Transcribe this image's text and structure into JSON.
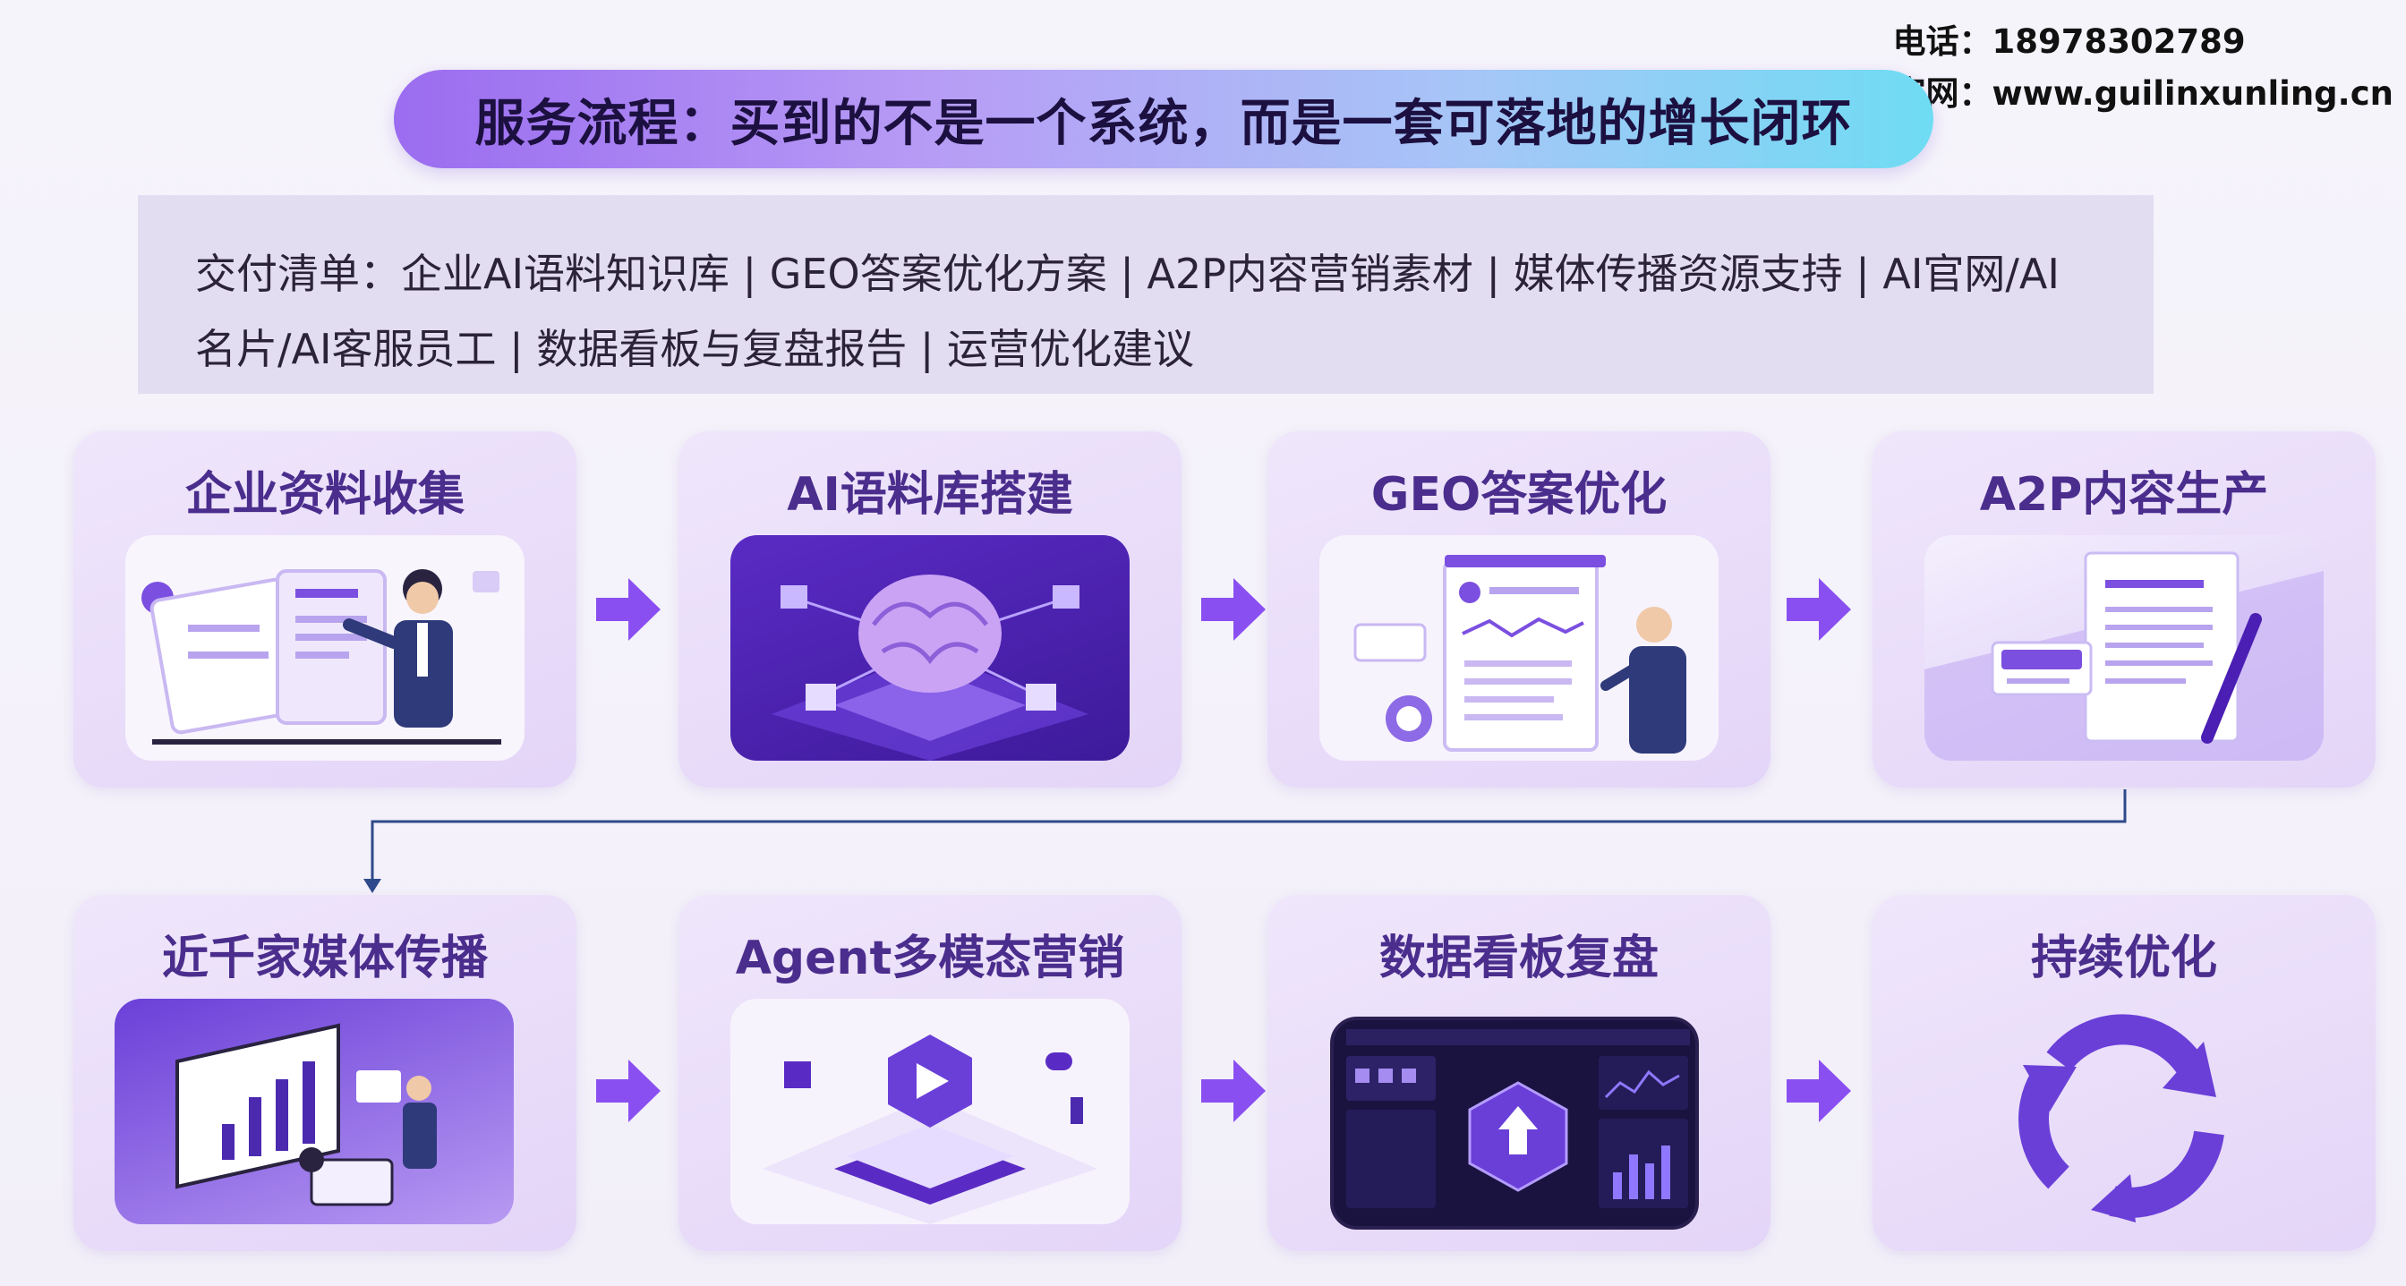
{
  "contact": {
    "phone_label": "电话：",
    "phone": "18978302789",
    "site_label": "官网：",
    "site": "www.guilinxunling.cn"
  },
  "title": "服务流程：买到的不是一个系统，而是一套可落地的增长闭环",
  "delivery": {
    "line1": "交付清单：企业AI语料知识库 | GEO答案优化方案 | A2P内容营销素材 | 媒体传播资源支持 | AI官网/AI",
    "line2": "名片/AI客服员工 | 数据看板与复盘报告 | 运营优化建议"
  },
  "steps": [
    {
      "title": "企业资料收集",
      "icon": "presenter-documents-icon"
    },
    {
      "title": "AI语料库搭建",
      "icon": "brain-network-icon"
    },
    {
      "title": "GEO答案优化",
      "icon": "document-chart-icon"
    },
    {
      "title": "A2P内容生产",
      "icon": "document-pen-icon"
    },
    {
      "title": "近千家媒体传播",
      "icon": "media-screen-icon"
    },
    {
      "title": "Agent多模态营销",
      "icon": "play-platform-icon"
    },
    {
      "title": "数据看板复盘",
      "icon": "dashboard-icon"
    },
    {
      "title": "持续优化",
      "icon": "cycle-arrows-icon"
    }
  ],
  "colors": {
    "accent": "#7b4fe0",
    "title_text": "#4a2d8c",
    "connector": "#2f4a8a"
  }
}
